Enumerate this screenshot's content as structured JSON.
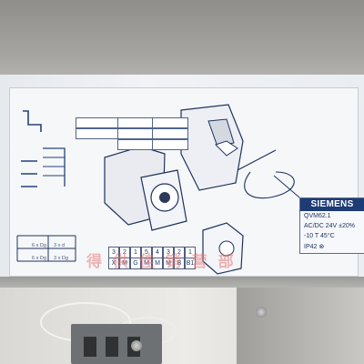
{
  "label": {
    "brand": "SIEMENS",
    "model": "QVM62.1",
    "supply": "AC/DC 24V ±20%",
    "temperature": "-10 T 45°C",
    "protection": "IP42 ⊗",
    "watermark": "得 供 佳 销 营 部"
  },
  "wiring": {
    "terminals_left": [
      "3",
      "2",
      "1"
    ],
    "labels_left": [
      "X",
      "M",
      "G"
    ],
    "terminals_right": [
      "5",
      "4",
      "3",
      "2",
      "1"
    ],
    "labels_right": [
      "M",
      "M",
      "M",
      "B",
      "B1"
    ]
  },
  "dimensions": {
    "row1": [
      "6 x Dg",
      "3 x d"
    ],
    "row2": [
      "6 x Dg",
      "3 x Dg"
    ]
  },
  "palette": {
    "label_blue": "#1d3c76",
    "paper": "#f6f7f9",
    "watermark": "#e67878"
  },
  "icons": [
    "screw-icon",
    "connector-icon",
    "sensor-cable-icon",
    "bracket-icon"
  ]
}
